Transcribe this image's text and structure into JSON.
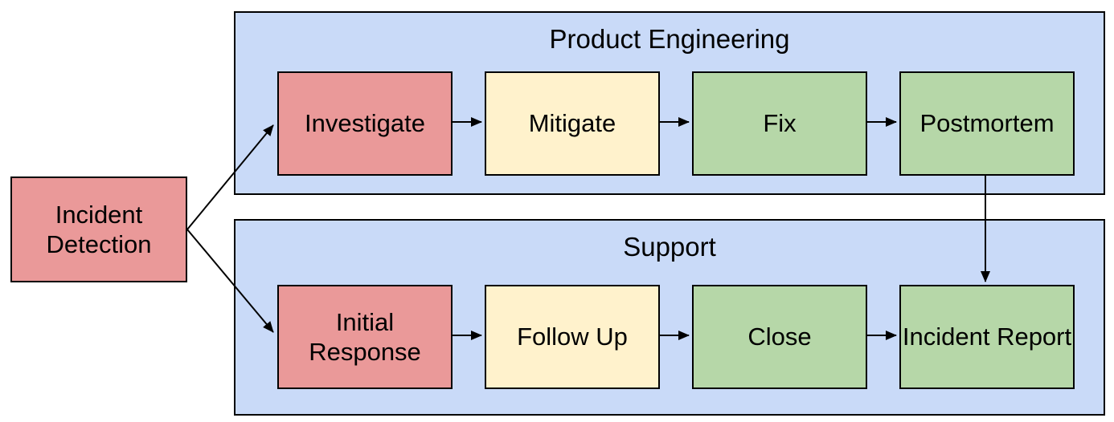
{
  "colors": {
    "lane_fill": "#c9daf8",
    "node_red": "#ea9999",
    "node_yellow": "#fff2cc",
    "node_green": "#b6d7a8",
    "border": "#000000",
    "arrow": "#000000",
    "background": "#ffffff"
  },
  "start_node": {
    "label": "Incident Detection",
    "fill": "#ea9999"
  },
  "lanes": [
    {
      "title": "Product Engineering",
      "fill": "#c9daf8",
      "nodes": [
        {
          "label": "Investigate",
          "fill": "#ea9999"
        },
        {
          "label": "Mitigate",
          "fill": "#fff2cc"
        },
        {
          "label": "Fix",
          "fill": "#b6d7a8"
        },
        {
          "label": "Postmortem",
          "fill": "#b6d7a8"
        }
      ]
    },
    {
      "title": "Support",
      "fill": "#c9daf8",
      "nodes": [
        {
          "label": "Initial Response",
          "fill": "#ea9999"
        },
        {
          "label": "Follow Up",
          "fill": "#fff2cc"
        },
        {
          "label": "Close",
          "fill": "#b6d7a8"
        },
        {
          "label": "Incident Report",
          "fill": "#b6d7a8"
        }
      ]
    }
  ],
  "edges": [
    {
      "from": "Incident Detection",
      "to": "Investigate"
    },
    {
      "from": "Incident Detection",
      "to": "Initial Response"
    },
    {
      "from": "Investigate",
      "to": "Mitigate"
    },
    {
      "from": "Mitigate",
      "to": "Fix"
    },
    {
      "from": "Fix",
      "to": "Postmortem"
    },
    {
      "from": "Postmortem",
      "to": "Incident Report"
    },
    {
      "from": "Initial Response",
      "to": "Follow Up"
    },
    {
      "from": "Follow Up",
      "to": "Close"
    },
    {
      "from": "Close",
      "to": "Incident Report"
    }
  ]
}
